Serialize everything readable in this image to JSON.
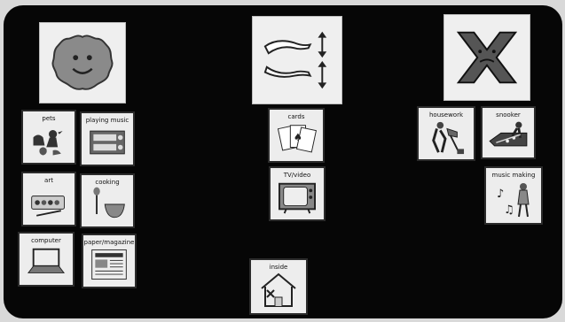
{
  "columns": {
    "like": {
      "header_icon": "smiley-face-icon",
      "cards": [
        {
          "label": "pets",
          "icon": "pets-icon"
        },
        {
          "label": "playing music",
          "icon": "stereo-icon"
        },
        {
          "label": "art",
          "icon": "paint-box-icon"
        },
        {
          "label": "cooking",
          "icon": "cooking-icon"
        },
        {
          "label": "computer",
          "icon": "laptop-icon"
        },
        {
          "label": "paper/magazine",
          "icon": "newspaper-icon"
        }
      ]
    },
    "neutral": {
      "header_icon": "so-so-hands-icon",
      "cards": [
        {
          "label": "cards",
          "icon": "playing-cards-icon"
        },
        {
          "label": "TV/video",
          "icon": "tv-icon"
        },
        {
          "label": "inside",
          "icon": "house-inside-icon"
        }
      ]
    },
    "dislike": {
      "header_icon": "x-dislike-icon",
      "cards": [
        {
          "label": "housework",
          "icon": "housework-icon"
        },
        {
          "label": "snooker",
          "icon": "snooker-icon"
        },
        {
          "label": "music making",
          "icon": "music-making-icon"
        }
      ]
    }
  }
}
